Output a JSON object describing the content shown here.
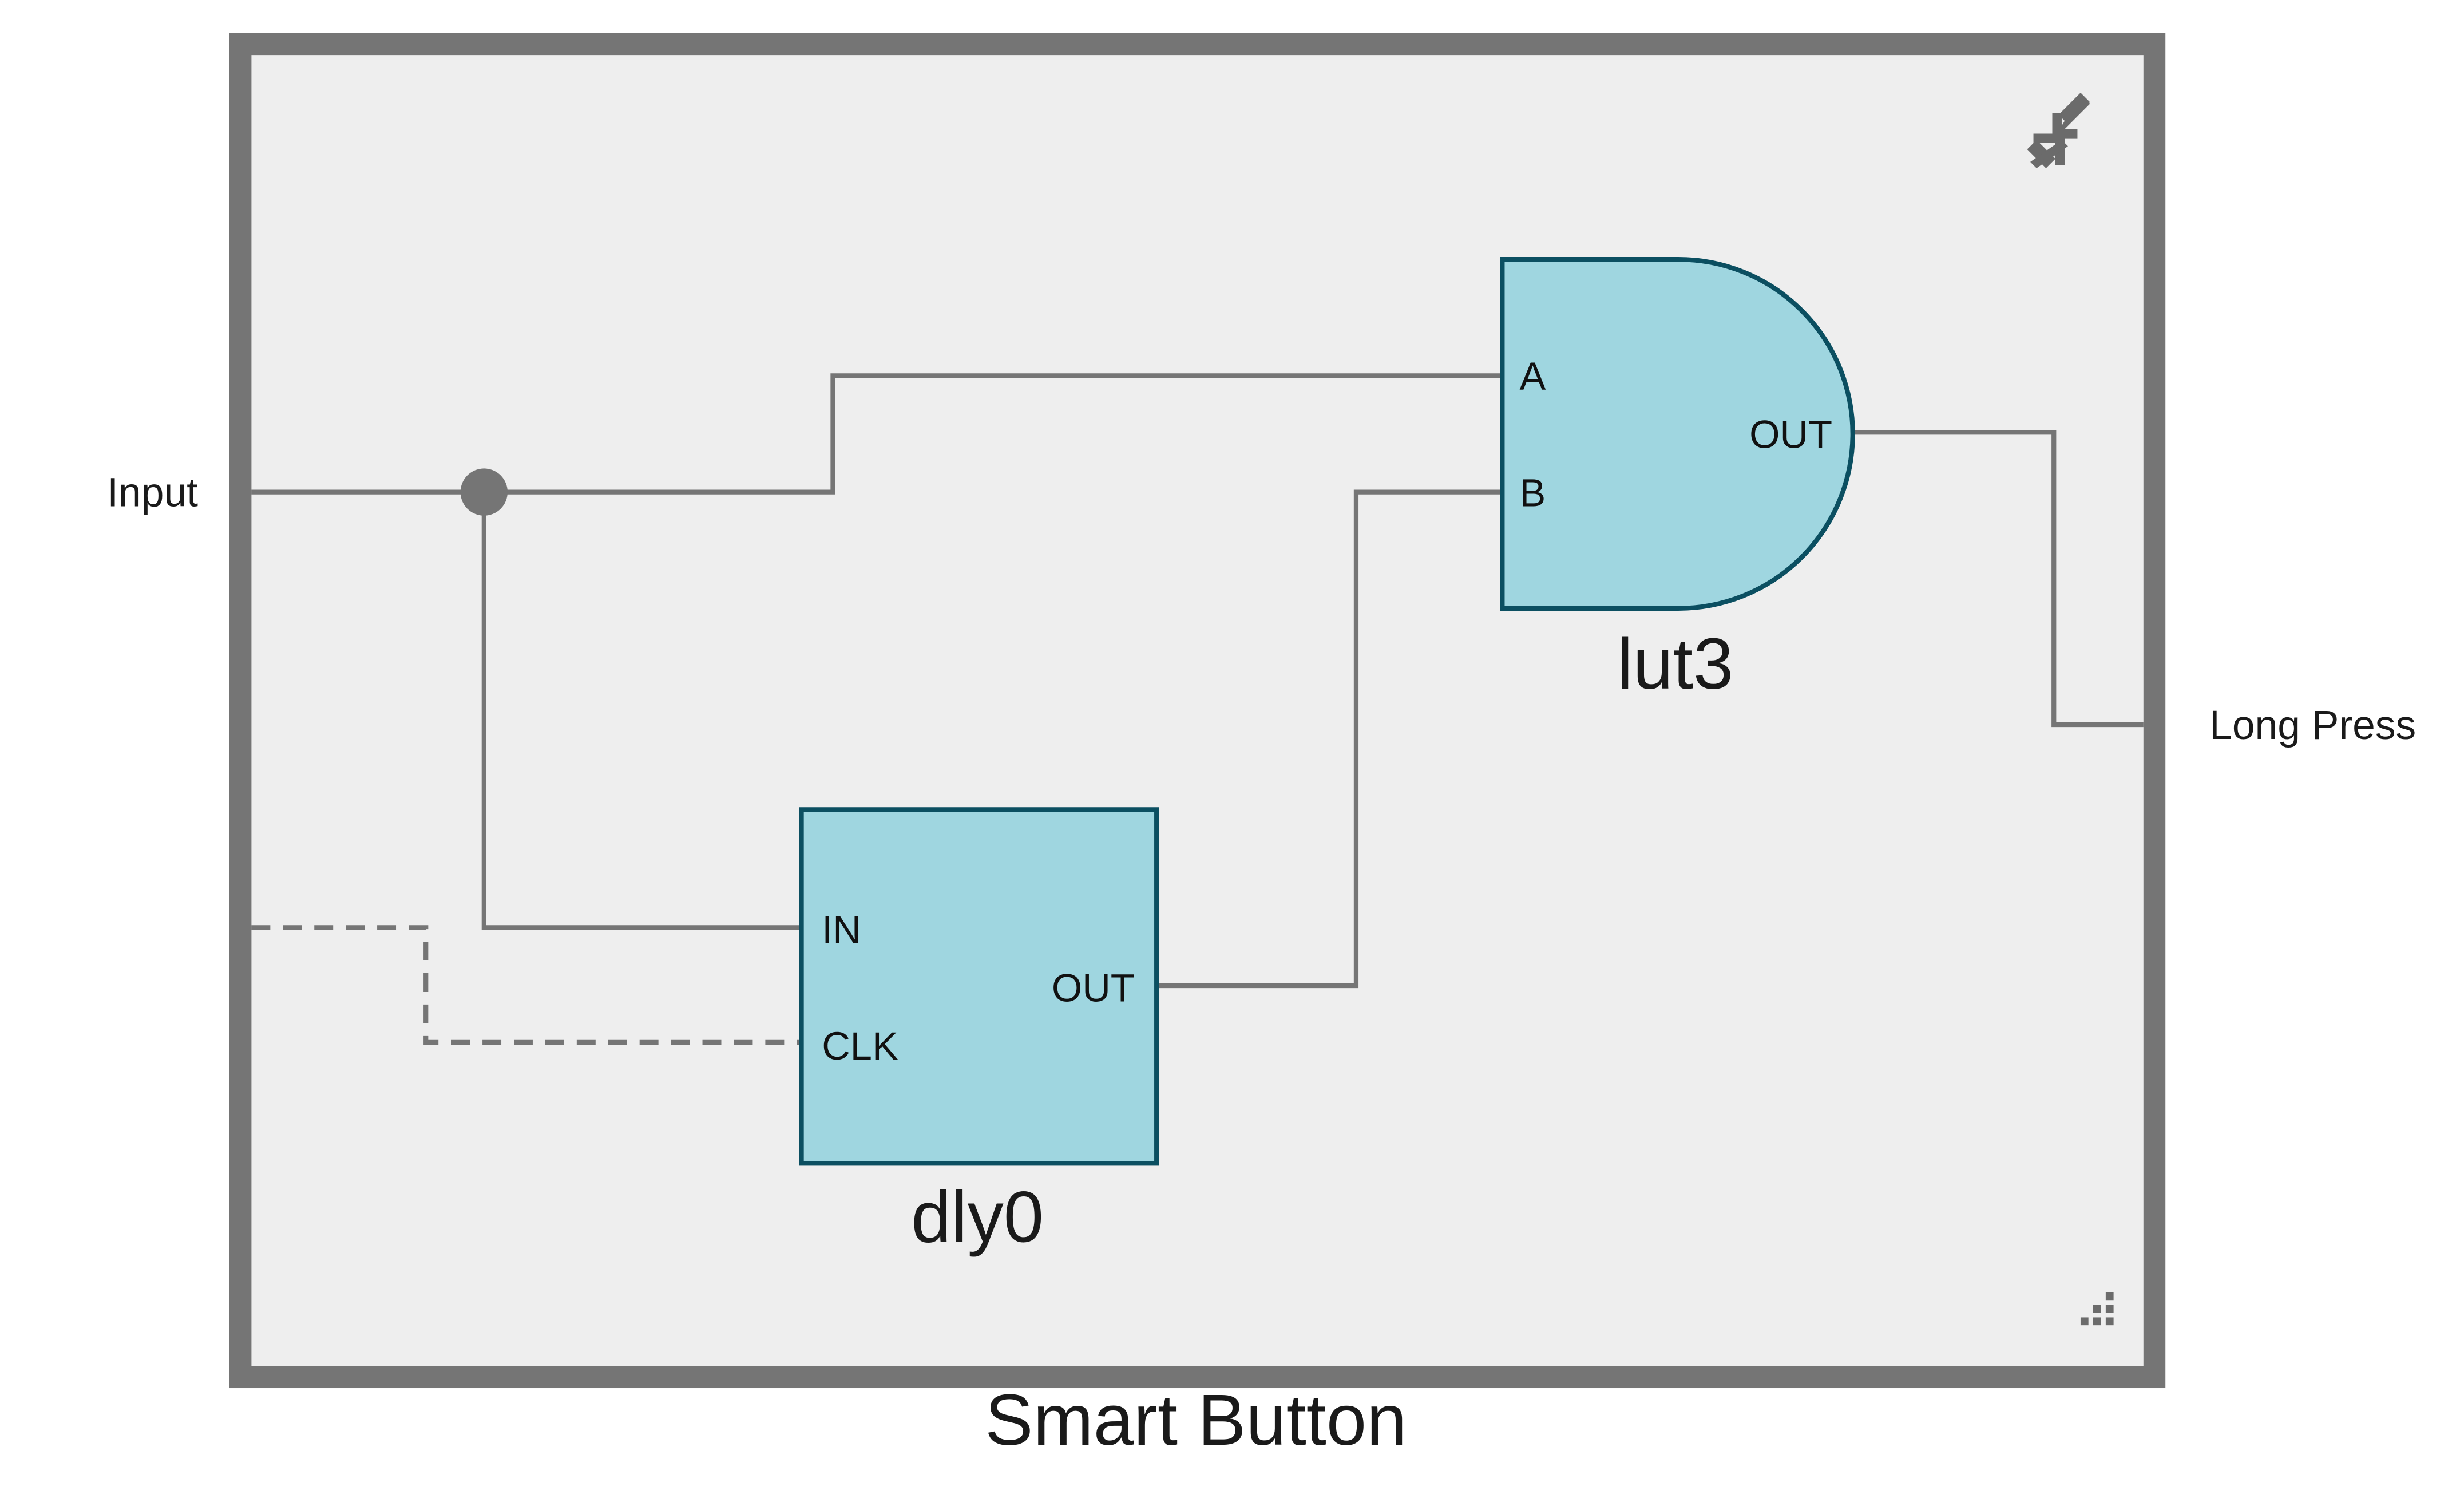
{
  "diagram": {
    "title": "Smart Button",
    "colors": {
      "frame": "#757575",
      "background": "#eeeeee",
      "block_fill": "#9fd6e0",
      "block_stroke": "#0b4f61",
      "wire": "#757575"
    },
    "external_ports": {
      "input": "Input",
      "output": "Long Press"
    },
    "blocks": {
      "lut3": {
        "name": "lut3",
        "type": "and-gate",
        "ports": {
          "a": "A",
          "b": "B",
          "out": "OUT"
        }
      },
      "dly0": {
        "name": "dly0",
        "type": "delay",
        "ports": {
          "in": "IN",
          "clk": "CLK",
          "out": "OUT"
        }
      }
    },
    "connections": [
      {
        "from": "Input",
        "to": "lut3.A"
      },
      {
        "from": "Input",
        "to": "dly0.IN"
      },
      {
        "from": "dly0.OUT",
        "to": "lut3.B"
      },
      {
        "from": "lut3.OUT",
        "to": "Long Press"
      },
      {
        "from": "clock (unconnected, dashed)",
        "to": "dly0.CLK"
      }
    ],
    "icons": {
      "collapse": "collapse-arrows-icon",
      "resize": "resize-grip-icon"
    }
  }
}
